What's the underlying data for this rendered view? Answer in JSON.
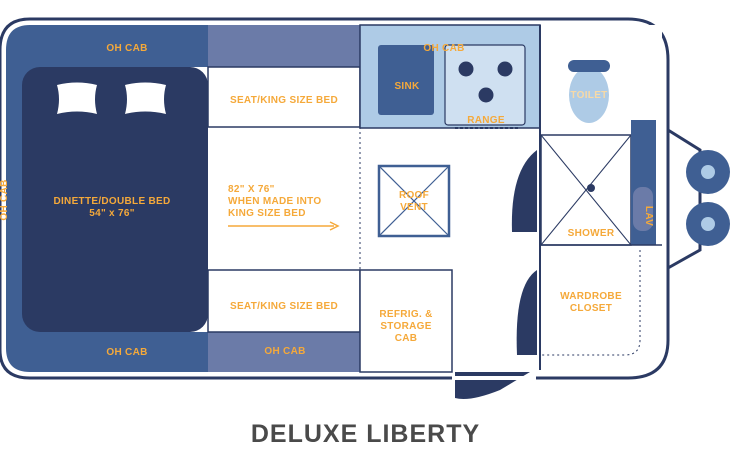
{
  "caption": "DELUXE LIBERTY",
  "labels": {
    "oh_cab_top_left": "OH CAB",
    "oh_cab_top_right": "OH CAB",
    "oh_cab_left_side": "OH CAB",
    "oh_cab_bottom_left": "OH CAB",
    "oh_cab_bottom_mid": "OH CAB",
    "dinette_line1": "DINETTE/DOUBLE BED",
    "dinette_line2": "54\" x 76\"",
    "seat_top": "SEAT/KING SIZE BED",
    "seat_bottom": "SEAT/KING SIZE BED",
    "bed_note_line1": "82\" X 76\"",
    "bed_note_line2": "WHEN MADE INTO",
    "bed_note_line3": "KING SIZE BED",
    "sink": "SINK",
    "range": "RANGE",
    "toilet": "TOILET",
    "roof_vent_line1": "ROOF",
    "roof_vent_line2": "VENT",
    "shower": "SHOWER",
    "lav": "LAV",
    "refrig_line1": "REFRIG. &",
    "refrig_line2": "STORAGE",
    "refrig_line3": "CAB",
    "wardrobe_line1": "WARDROBE",
    "wardrobe_line2": "CLOSET"
  },
  "colors": {
    "navy": "#2b3a63",
    "blue": "#3f5f93",
    "slate": "#6b7ba8",
    "light_blue": "#aecbe6",
    "pale_blue": "#cfe0f1",
    "orange": "#f5a93a",
    "cream": "#f7d9a6",
    "outline": "#2b3a63",
    "caption_gray": "#4a4a4a"
  }
}
